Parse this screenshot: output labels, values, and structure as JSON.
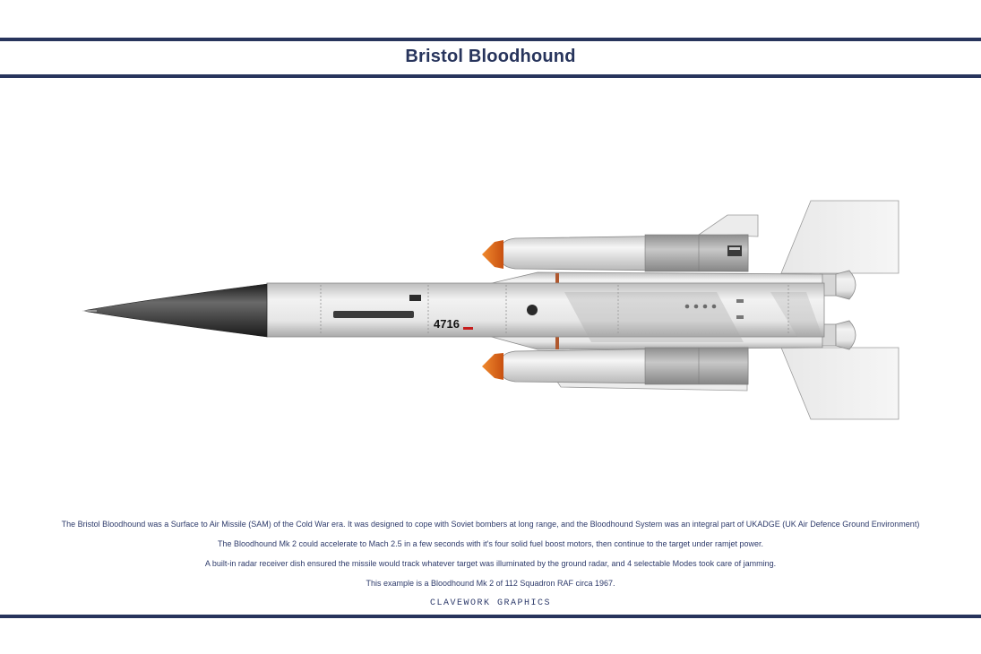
{
  "header": {
    "title": "Bristol Bloodhound"
  },
  "missile": {
    "serial": "4716"
  },
  "description": {
    "lines": [
      "The Bristol Bloodhound was a Surface to Air Missile (SAM) of the Cold War era.  It was designed to cope with Soviet bombers at long range, and the Bloodhound System was an integral part of UKADGE (UK Air Defence Ground Environment)",
      "The Bloodhound Mk 2 could accelerate to Mach 2.5 in a few seconds with it's four solid fuel boost motors, then continue to the target under ramjet power.",
      "A built-in radar receiver dish ensured the missile would track whatever target was illuminated by the ground radar, and 4 selectable Modes took care of jamming.",
      "This example is a Bloodhound Mk 2 of 112 Squadron RAF circa 1967."
    ]
  },
  "footer": {
    "credit": "CLAVEWORK GRAPHICS"
  },
  "colors": {
    "band": "#27345c",
    "text": "#2e3b6b",
    "nose": "#333333",
    "body": "#e2e2e2"
  }
}
